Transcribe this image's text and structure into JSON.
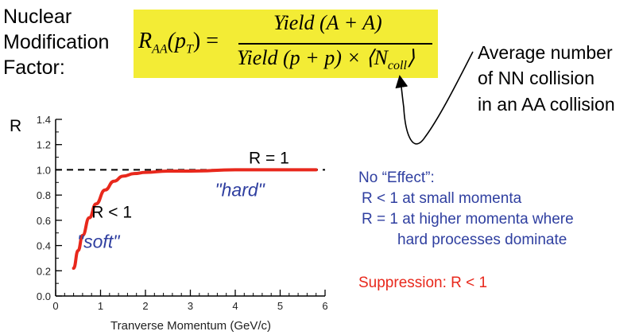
{
  "heading": {
    "line1": "Nuclear",
    "line2": "Modification",
    "line3": "Factor:"
  },
  "formula": {
    "lhs": "R",
    "lhs_sub": "AA",
    "lhs_arg_open": "(p",
    "lhs_arg_sub": "T",
    "lhs_arg_close": ") =",
    "numerator": "Yield (A + A)",
    "denominator_main": "Yield (p + p) × ⟨N",
    "denominator_sub": "coll",
    "denominator_close": "⟩",
    "background": "#f3ec35"
  },
  "callout": {
    "line1": "Average number",
    "line2": "of NN collision",
    "line3": "in an AA collision"
  },
  "notes": {
    "line1": "No “Effect”:",
    "line2": "R < 1 at small momenta",
    "line3": "R = 1 at higher momenta where",
    "line4": "hard processes dominate",
    "color": "#2f3fa0"
  },
  "suppression": {
    "text": "Suppression:  R < 1",
    "color": "#e8281c"
  },
  "chart_data": {
    "type": "line",
    "ylabel": "R",
    "xlabel": "Tranverse Momentum (GeV/c)",
    "xlim": [
      0,
      6
    ],
    "ylim": [
      0,
      1.4
    ],
    "x_ticks": [
      "0",
      "1",
      "2",
      "3",
      "4",
      "5",
      "6"
    ],
    "y_ticks": [
      "0.0",
      "0.2",
      "0.4",
      "0.6",
      "0.8",
      "1.0",
      "1.2",
      "1.4"
    ],
    "reference_line": {
      "y": 1.0,
      "style": "dashed"
    },
    "series": [
      {
        "color": "#e8281c",
        "x": [
          0.4,
          0.5,
          0.6,
          0.75,
          0.9,
          1.1,
          1.3,
          1.5,
          1.75,
          2.0,
          2.5,
          3.0,
          4.0,
          5.0,
          5.8
        ],
        "y": [
          0.22,
          0.36,
          0.48,
          0.62,
          0.73,
          0.84,
          0.91,
          0.95,
          0.97,
          0.98,
          0.99,
          0.99,
          1.0,
          1.0,
          1.0
        ]
      }
    ],
    "annotations": [
      {
        "text": "R = 1",
        "x": 4.75,
        "y": 1.05
      },
      {
        "text": "R < 1",
        "x": 1.25,
        "y": 0.62
      },
      {
        "text": "\"hard\"",
        "x": 4.1,
        "y": 0.79
      },
      {
        "text": "\"soft\"",
        "x": 0.95,
        "y": 0.38
      }
    ]
  }
}
